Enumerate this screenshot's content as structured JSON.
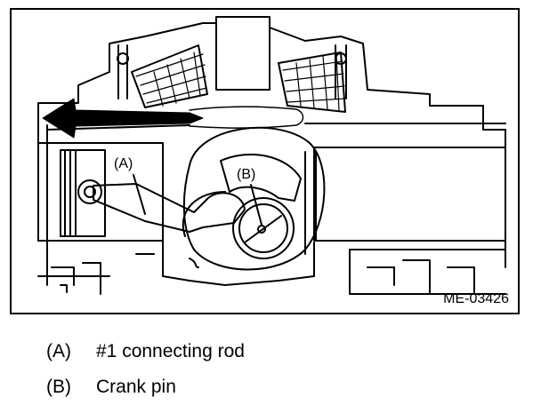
{
  "figure": {
    "code": "ME-03426",
    "callouts": {
      "a": "(A)",
      "b": "(B)"
    }
  },
  "legend": [
    {
      "key": "(A)",
      "text": "#1 connecting rod"
    },
    {
      "key": "(B)",
      "text": "Crank pin"
    }
  ],
  "colors": {
    "ink": "#000000",
    "paper": "#ffffff"
  }
}
